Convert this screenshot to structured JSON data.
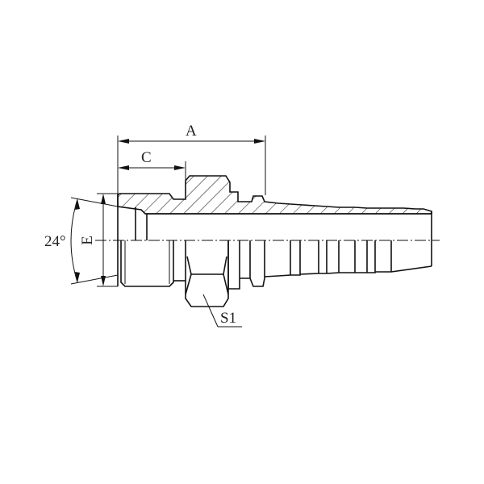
{
  "drawing": {
    "subject": "Hose fitting, male thread with 24° cone seat, hex nut, serrated hose tail",
    "dimensions": {
      "A": "A",
      "C": "C",
      "E": "E",
      "S1": "S1",
      "angle": "24°"
    },
    "colors": {
      "line": "#111111",
      "background": "#ffffff"
    }
  }
}
